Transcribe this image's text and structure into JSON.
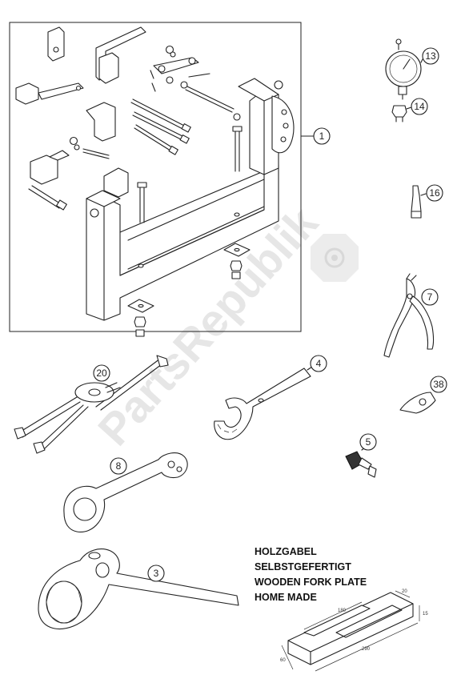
{
  "watermark": "PartsRepublik",
  "callouts": {
    "c1": "1",
    "c3": "3",
    "c4": "4",
    "c5": "5",
    "c7": "7",
    "c8": "8",
    "c13": "13",
    "c14": "14",
    "c16": "16",
    "c20": "20",
    "c38": "38"
  },
  "note": {
    "line1": "HOLZGABEL",
    "line2": "SELBSTGEFERTIGT",
    "line3": "WOODEN FORK PLATE",
    "line4": "HOME MADE"
  },
  "dimensions": {
    "d180": "180",
    "d20": "20",
    "d15": "15",
    "d290": "290",
    "d60": "60"
  }
}
